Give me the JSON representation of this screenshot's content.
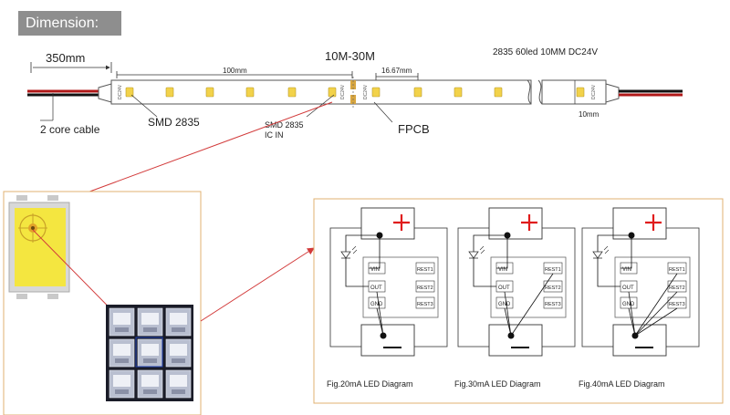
{
  "header": {
    "title": "Dimension:"
  },
  "strip": {
    "cable_length": "350mm",
    "length_range": "10M-30M",
    "spec": "2835 60led 10MM DC24V",
    "cut_length": "100mm",
    "pitch": "16.67mm",
    "width": "10mm",
    "voltage_mark": "DC24V",
    "cable_label": "2 core cable",
    "smd_label": "SMD 2835",
    "ic_label_line1": "SMD 2835",
    "ic_label_line2": "IC IN",
    "fpcb_label": "FPCB"
  },
  "diagrams": [
    {
      "caption": "Fig.20mA LED Diagram",
      "pins_left": [
        "VIN",
        "OUT",
        "GND"
      ],
      "pins_right": [
        "REST1",
        "REST2",
        "REST3"
      ]
    },
    {
      "caption": "Fig.30mA LED Diagram",
      "pins_left": [
        "VIN",
        "OUT",
        "GND"
      ],
      "pins_right": [
        "REST1",
        "REST2",
        "REST3"
      ]
    },
    {
      "caption": "Fig.40mA LED Diagram",
      "pins_left": [
        "VIN",
        "OUT",
        "GND"
      ],
      "pins_right": [
        "REST1",
        "REST2",
        "REST3"
      ]
    }
  ],
  "colors": {
    "frame": "#e0b270",
    "arrow": "#d23a3a",
    "led": "#f2d24a",
    "plus": "#e01c1c"
  }
}
